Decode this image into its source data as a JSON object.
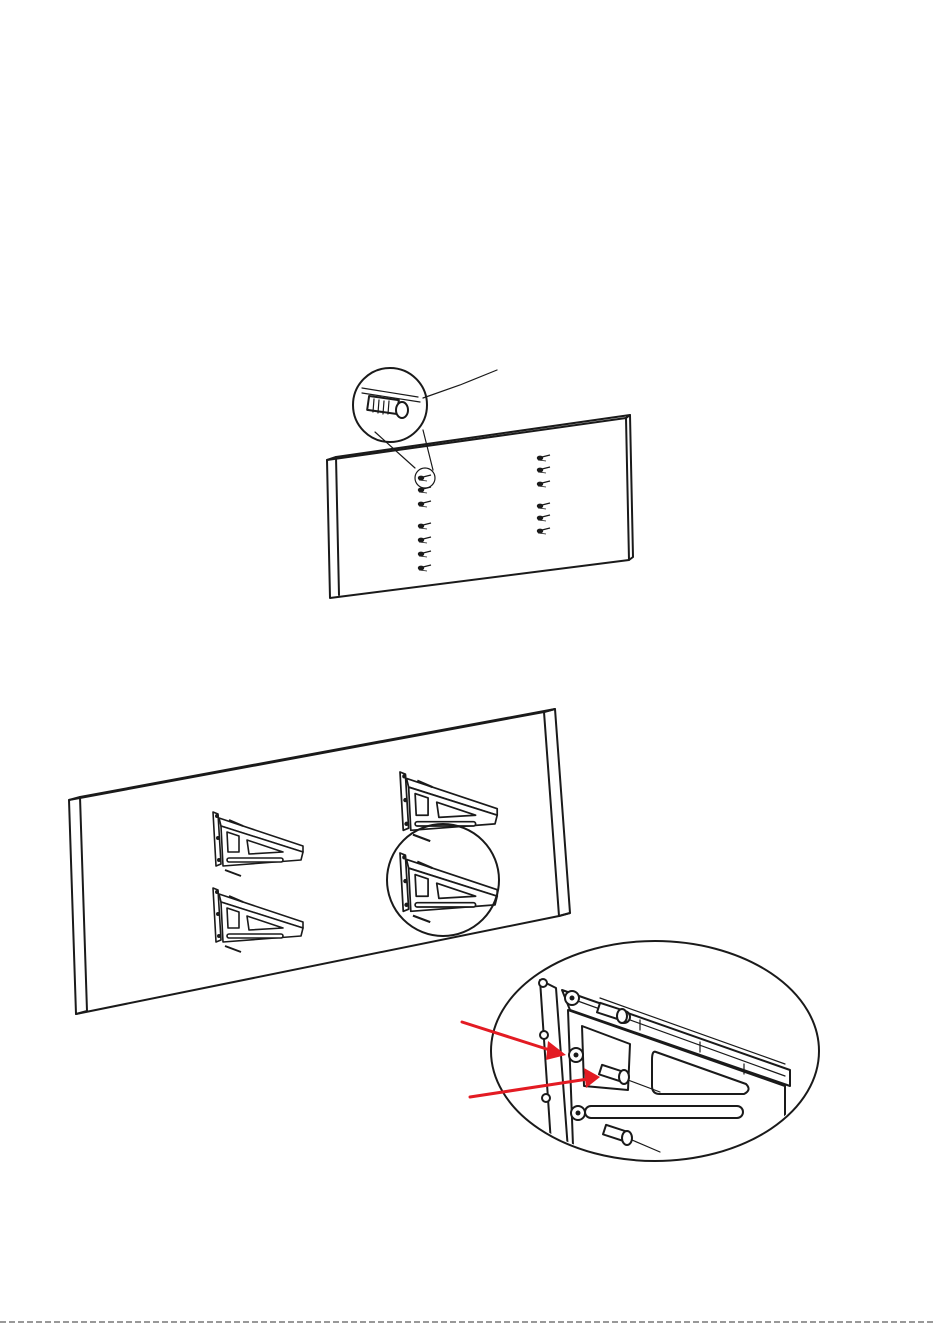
{
  "figure": {
    "step1": {
      "drilled_holes_left_column": 7,
      "drilled_holes_right_column": 6
    },
    "step2": {
      "brackets_mounted": 4
    },
    "colors": {
      "line": "#1a1a1a",
      "arrow": "#e31b23",
      "background": "#ffffff"
    }
  }
}
